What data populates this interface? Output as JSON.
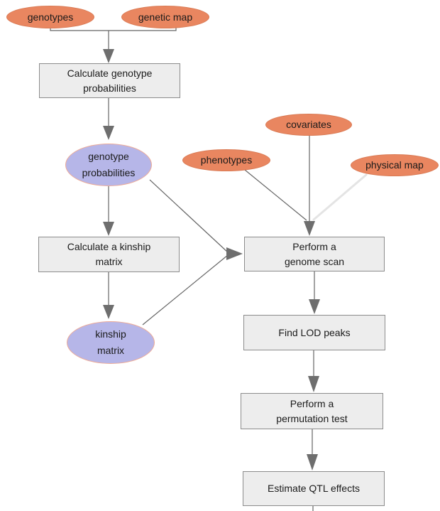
{
  "nodes": {
    "genotypes": {
      "type": "data",
      "lines": [
        "genotypes"
      ]
    },
    "genetic_map": {
      "type": "data",
      "lines": [
        "genetic map"
      ]
    },
    "calc_genoprob": {
      "type": "action",
      "lines": [
        "Calculate genotype",
        "probabilities"
      ]
    },
    "genoprob": {
      "type": "result",
      "lines": [
        "genotype",
        "probabilities"
      ]
    },
    "calc_kinship": {
      "type": "action",
      "lines": [
        "Calculate a kinship",
        "matrix"
      ]
    },
    "kinship": {
      "type": "result",
      "lines": [
        "kinship",
        "matrix"
      ]
    },
    "covariates": {
      "type": "data",
      "lines": [
        "covariates"
      ]
    },
    "phenotypes": {
      "type": "data",
      "lines": [
        "phenotypes"
      ]
    },
    "physical_map": {
      "type": "data",
      "lines": [
        "physical map"
      ]
    },
    "genome_scan": {
      "type": "action",
      "lines": [
        "Perform a",
        "genome scan"
      ]
    },
    "find_peaks": {
      "type": "action",
      "lines": [
        "Find LOD peaks"
      ]
    },
    "perm_test": {
      "type": "action",
      "lines": [
        "Perform a",
        "permutation test"
      ]
    },
    "qtl_effects": {
      "type": "action",
      "lines": [
        "Estimate QTL effects"
      ]
    }
  },
  "edges": [
    {
      "from": "genotypes",
      "to": "calc_genoprob"
    },
    {
      "from": "genetic_map",
      "to": "calc_genoprob"
    },
    {
      "from": "calc_genoprob",
      "to": "genoprob"
    },
    {
      "from": "genoprob",
      "to": "calc_kinship"
    },
    {
      "from": "calc_kinship",
      "to": "kinship"
    },
    {
      "from": "genoprob",
      "to": "genome_scan"
    },
    {
      "from": "kinship",
      "to": "genome_scan"
    },
    {
      "from": "covariates",
      "to": "genome_scan"
    },
    {
      "from": "phenotypes",
      "to": "genome_scan"
    },
    {
      "from": "physical_map",
      "to": "genome_scan",
      "muted": true
    },
    {
      "from": "genome_scan",
      "to": "find_peaks"
    },
    {
      "from": "find_peaks",
      "to": "perm_test"
    },
    {
      "from": "perm_test",
      "to": "qtl_effects"
    },
    {
      "from": "qtl_effects",
      "to": "offscreen-below"
    }
  ],
  "colors": {
    "bg_color": "#ffffff",
    "text_color": "#1a1a1a",
    "data_fill": "#e98660",
    "data_border": "#d97a54",
    "result_fill": "#b6b6e8",
    "result_border": "#eeab97",
    "box_fill": "#ededed",
    "box_border": "#8c8c8c",
    "edge_color": "#666666",
    "arrow_color": "#6e6e6e",
    "muted_edge_color": "#e4e4e4"
  }
}
